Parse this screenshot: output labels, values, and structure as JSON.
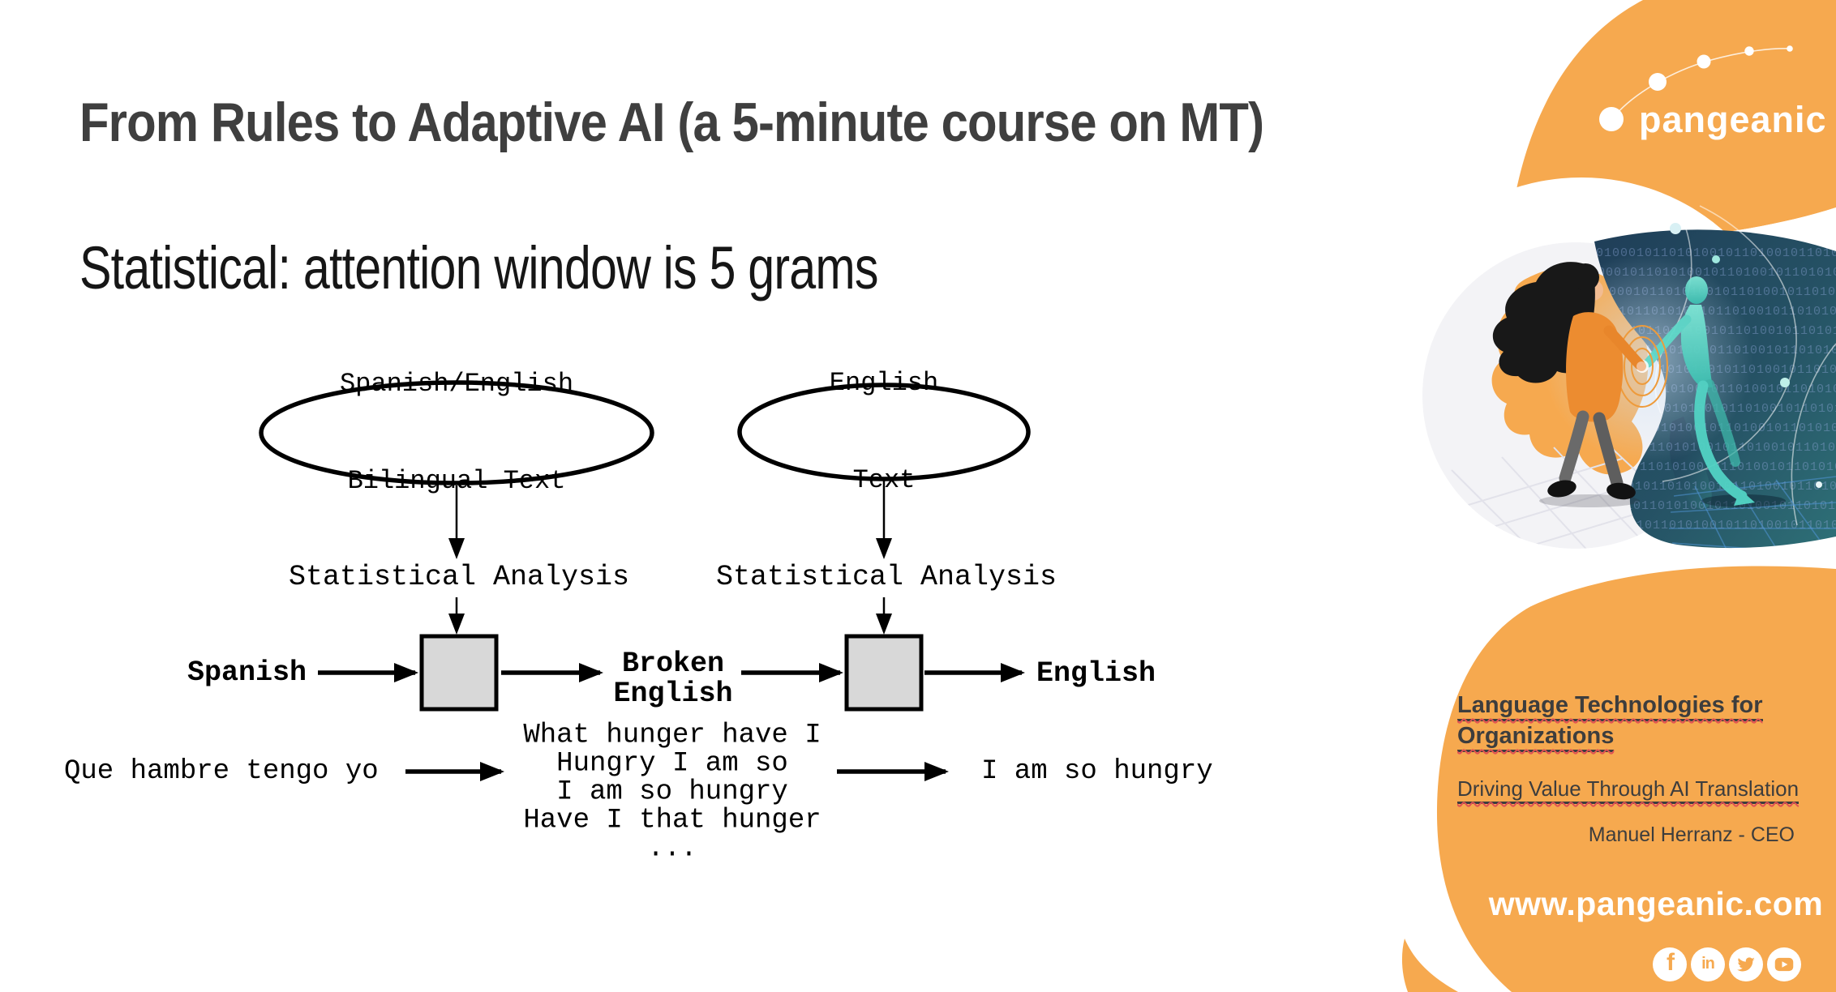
{
  "slide": {
    "title": "From Rules to Adaptive AI (a 5-minute course on MT)",
    "subtitle": "Statistical: attention window is 5 grams"
  },
  "diagram": {
    "corpus_left": {
      "line1": "Spanish/English",
      "line2": "Bilingual Text"
    },
    "corpus_right": {
      "line1": "English",
      "line2": "Text"
    },
    "analysis_label": "Statistical Analysis",
    "flow": {
      "source": "Spanish",
      "intermediate_line1": "Broken",
      "intermediate_line2": "English",
      "target": "English"
    },
    "example": {
      "source_sentence": "Que hambre tengo yo",
      "hypotheses": [
        "What hunger have I",
        "Hungry I am so",
        "I am so hungry",
        "Have I that hunger",
        "..."
      ],
      "result_sentence": "I am so hungry"
    }
  },
  "sidebar": {
    "logo_text": "pangeanic",
    "tagline": "Language Technologies for Organizations",
    "link": "Driving Value Through AI Translation",
    "author": "Manuel Herranz - CEO",
    "website": "www.pangeanic.com",
    "social": {
      "facebook": "f",
      "linkedin": "in",
      "twitter": "twitter-bird",
      "youtube": "play-button"
    },
    "colors": {
      "orange": "#F6A94F",
      "dark_navy": "#1F3E58",
      "teal": "#52D3C4",
      "text_dark": "#3D3D3D",
      "sweater_orange": "#EC8C30"
    }
  },
  "art": {
    "binary_row": "0101000101101010010110100101101010011010"
  }
}
